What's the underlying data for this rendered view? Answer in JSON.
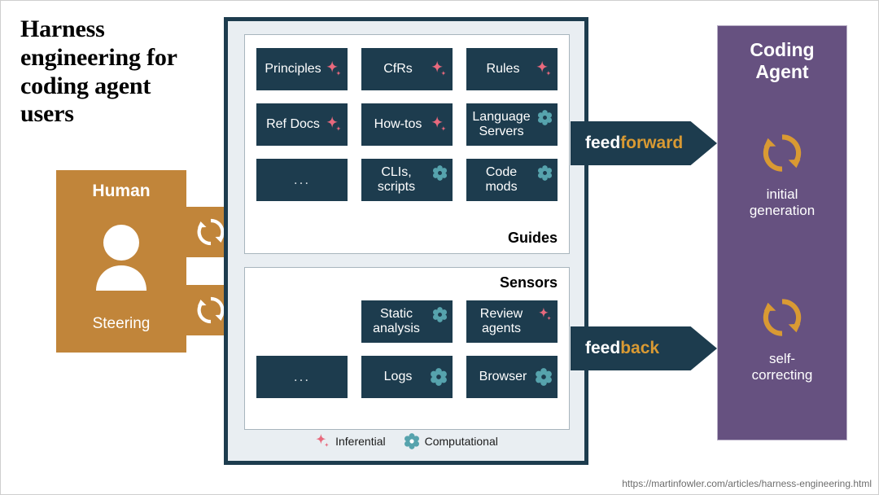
{
  "title": "Harness\nengineering for\ncoding agent\nusers",
  "human": {
    "title": "Human",
    "caption": "Steering",
    "loop_icon": "refresh-loop-icon",
    "person_icon": "person-icon"
  },
  "harness": {
    "guides": {
      "label": "Guides",
      "cards": [
        {
          "text": "Principles",
          "icon": "sparkle-icon",
          "lines": 1
        },
        {
          "text": "CfRs",
          "icon": "sparkle-icon",
          "lines": 1
        },
        {
          "text": "Rules",
          "icon": "sparkle-icon",
          "lines": 1
        },
        {
          "text": "Ref Docs",
          "icon": "sparkle-icon",
          "lines": 1
        },
        {
          "text": "How-tos",
          "icon": "sparkle-icon",
          "lines": 1
        },
        {
          "text": "Language\nServers",
          "icon": "gear-icon",
          "lines": 2
        },
        {
          "text": "...",
          "icon": "none",
          "lines": 1
        },
        {
          "text": "CLIs,\nscripts",
          "icon": "gear-icon",
          "lines": 2
        },
        {
          "text": "Code\nmods",
          "icon": "gear-icon",
          "lines": 2
        }
      ]
    },
    "sensors": {
      "label": "Sensors",
      "cards": [
        {
          "text": "Static\nanalysis",
          "icon": "gear-icon",
          "lines": 2
        },
        {
          "text": "Review\nagents",
          "icon": "sparkle-icon",
          "lines": 2
        },
        {
          "text": "...",
          "icon": "none",
          "lines": 1
        },
        {
          "text": "Logs",
          "icon": "gear-icon",
          "lines": 1
        },
        {
          "text": "Browser",
          "icon": "gear-icon",
          "lines": 1
        }
      ]
    },
    "legend": [
      {
        "icon": "sparkle-icon",
        "label": "Inferential"
      },
      {
        "icon": "gear-icon",
        "label": "Computational"
      }
    ]
  },
  "arrows": {
    "feedforward": {
      "prefix": "feed",
      "suffix": "forward"
    },
    "feedback": {
      "prefix": "feed",
      "suffix": "back"
    }
  },
  "agent": {
    "title": "Coding\nAgent",
    "stages": [
      {
        "icon": "refresh-loop-icon",
        "label": "initial\ngeneration"
      },
      {
        "icon": "refresh-loop-icon",
        "label": "self-\ncorrecting"
      }
    ]
  },
  "source_url": "https://martinfowler.com/articles/harness-engineering.html",
  "colors": {
    "navy": "#1d3c4e",
    "orange": "#c1853a",
    "orange_text": "#d99a33",
    "purple": "#665180",
    "panel_bg": "#e9eef2",
    "sparkle_pink": "#e8697d",
    "gear_teal": "#56a3ad",
    "white": "#ffffff"
  }
}
